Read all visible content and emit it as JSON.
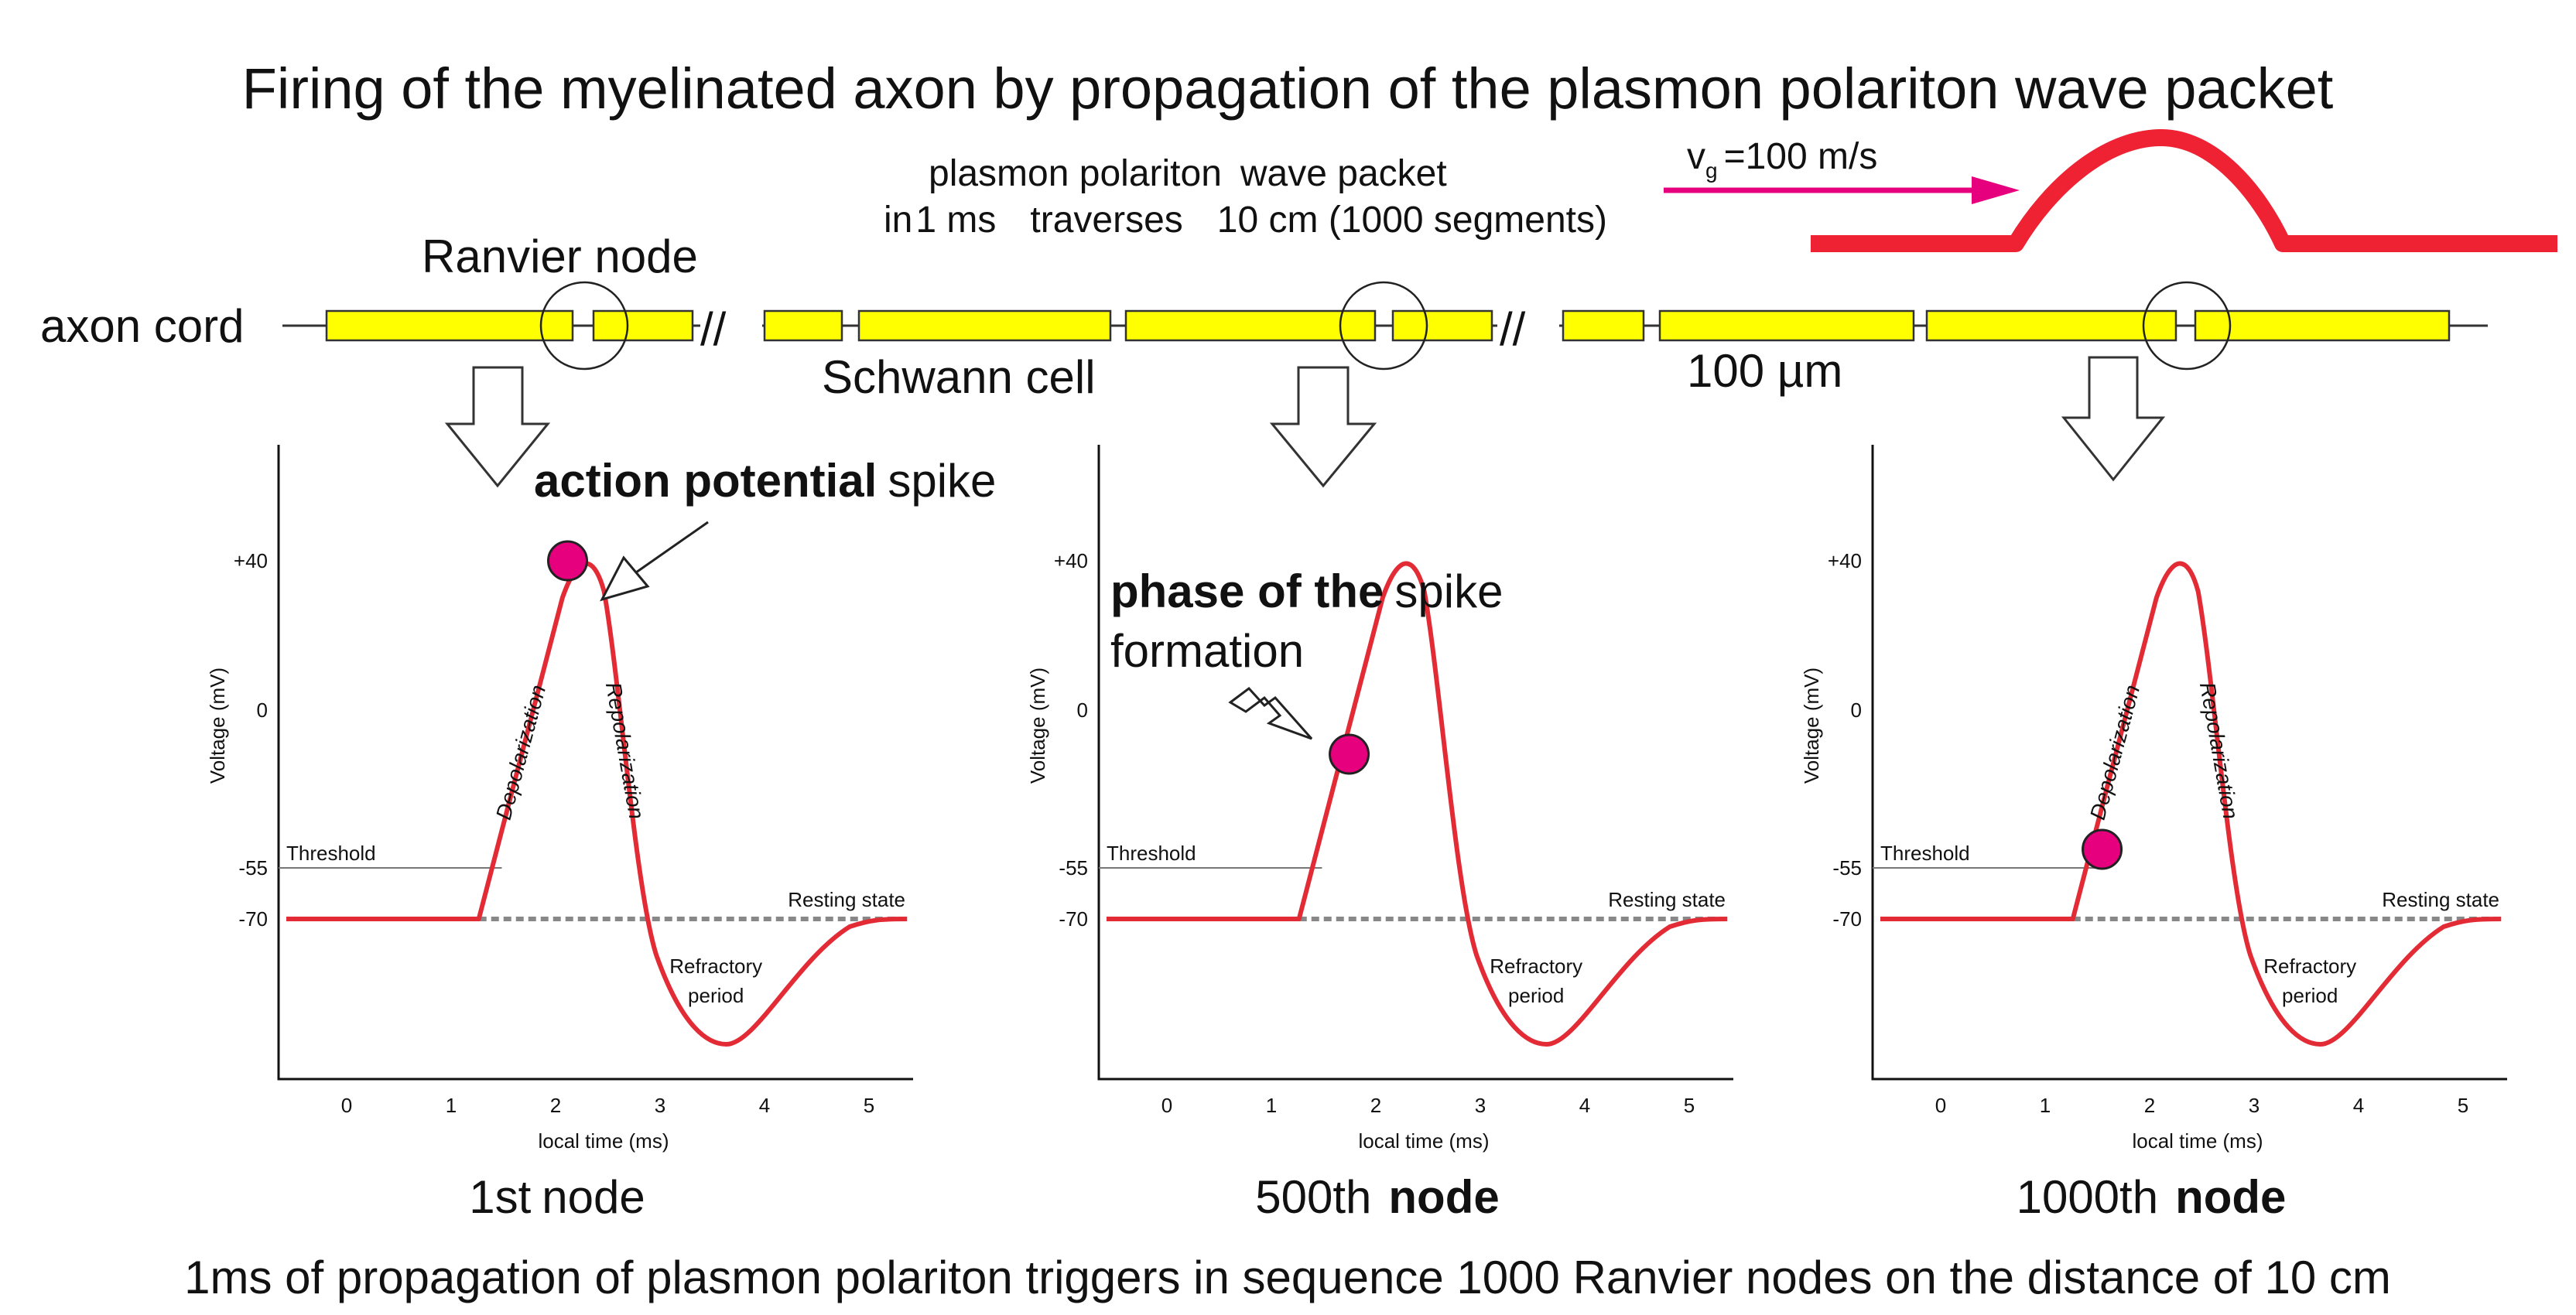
{
  "title": "Firing of the myelinated axon by propagation of the plasmon polariton wave packet",
  "velocity": {
    "symbol": "v",
    "subscript": "g",
    "value": "=100 m/s",
    "color": "#e6007e"
  },
  "wave": {
    "line1": [
      "plasmon polariton",
      "wave packet"
    ],
    "line2": [
      "in",
      "1 ms",
      "traverses",
      "10 cm (1000 segments)"
    ],
    "color": "#ee2233"
  },
  "axon": {
    "label": "axon cord",
    "ranvier_label": "Ranvier node",
    "schwann_label": "Schwann cell",
    "segment_label": "100 µm",
    "break_mark": "//",
    "segment_color": "#ffff00"
  },
  "plots": {
    "yticks": [
      "+40",
      "0",
      "-55",
      "-70"
    ],
    "xticks": [
      "0",
      "1",
      "2",
      "3",
      "4",
      "5"
    ],
    "ylabel": "Voltage (mV)",
    "xlabel": "local time (ms)",
    "threshold": "Threshold",
    "resting": "Resting state",
    "refractory": [
      "Refractory",
      "period"
    ],
    "depolarization": "Depolarization",
    "repolarization": "Repolarization",
    "trace_color": "#e32b36",
    "dot_color": "#e6007e"
  },
  "panels": [
    {
      "caption": [
        "1st",
        "node"
      ],
      "dot_time_ms": 2.1
    },
    {
      "caption": [
        "500th",
        "node"
      ],
      "dot_time_ms": 1.7
    },
    {
      "caption": [
        "1000th",
        "node"
      ],
      "dot_time_ms": 1.4
    }
  ],
  "annotations": {
    "spike": [
      "action potential",
      "spike"
    ],
    "phase": [
      "phase of the",
      "spike",
      "formation"
    ]
  },
  "footer": "1ms of propagation of plasmon polariton triggers in sequence 1000 Ranvier nodes on the distance of 10 cm"
}
